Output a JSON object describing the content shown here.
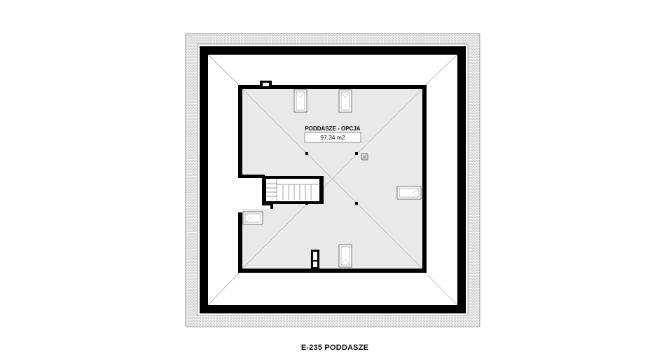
{
  "plan": {
    "room_name": "PODDASZE - OPCJA",
    "room_area": "97,34 m2",
    "caption": "E-235 PODDASZE",
    "chimney_symbol": "Ø",
    "colors": {
      "wall": "#000000",
      "floor": "#e9e9e9",
      "roof_tiles": "#d9d9d9",
      "roof_lines": "#888888",
      "background": "#ffffff"
    }
  }
}
